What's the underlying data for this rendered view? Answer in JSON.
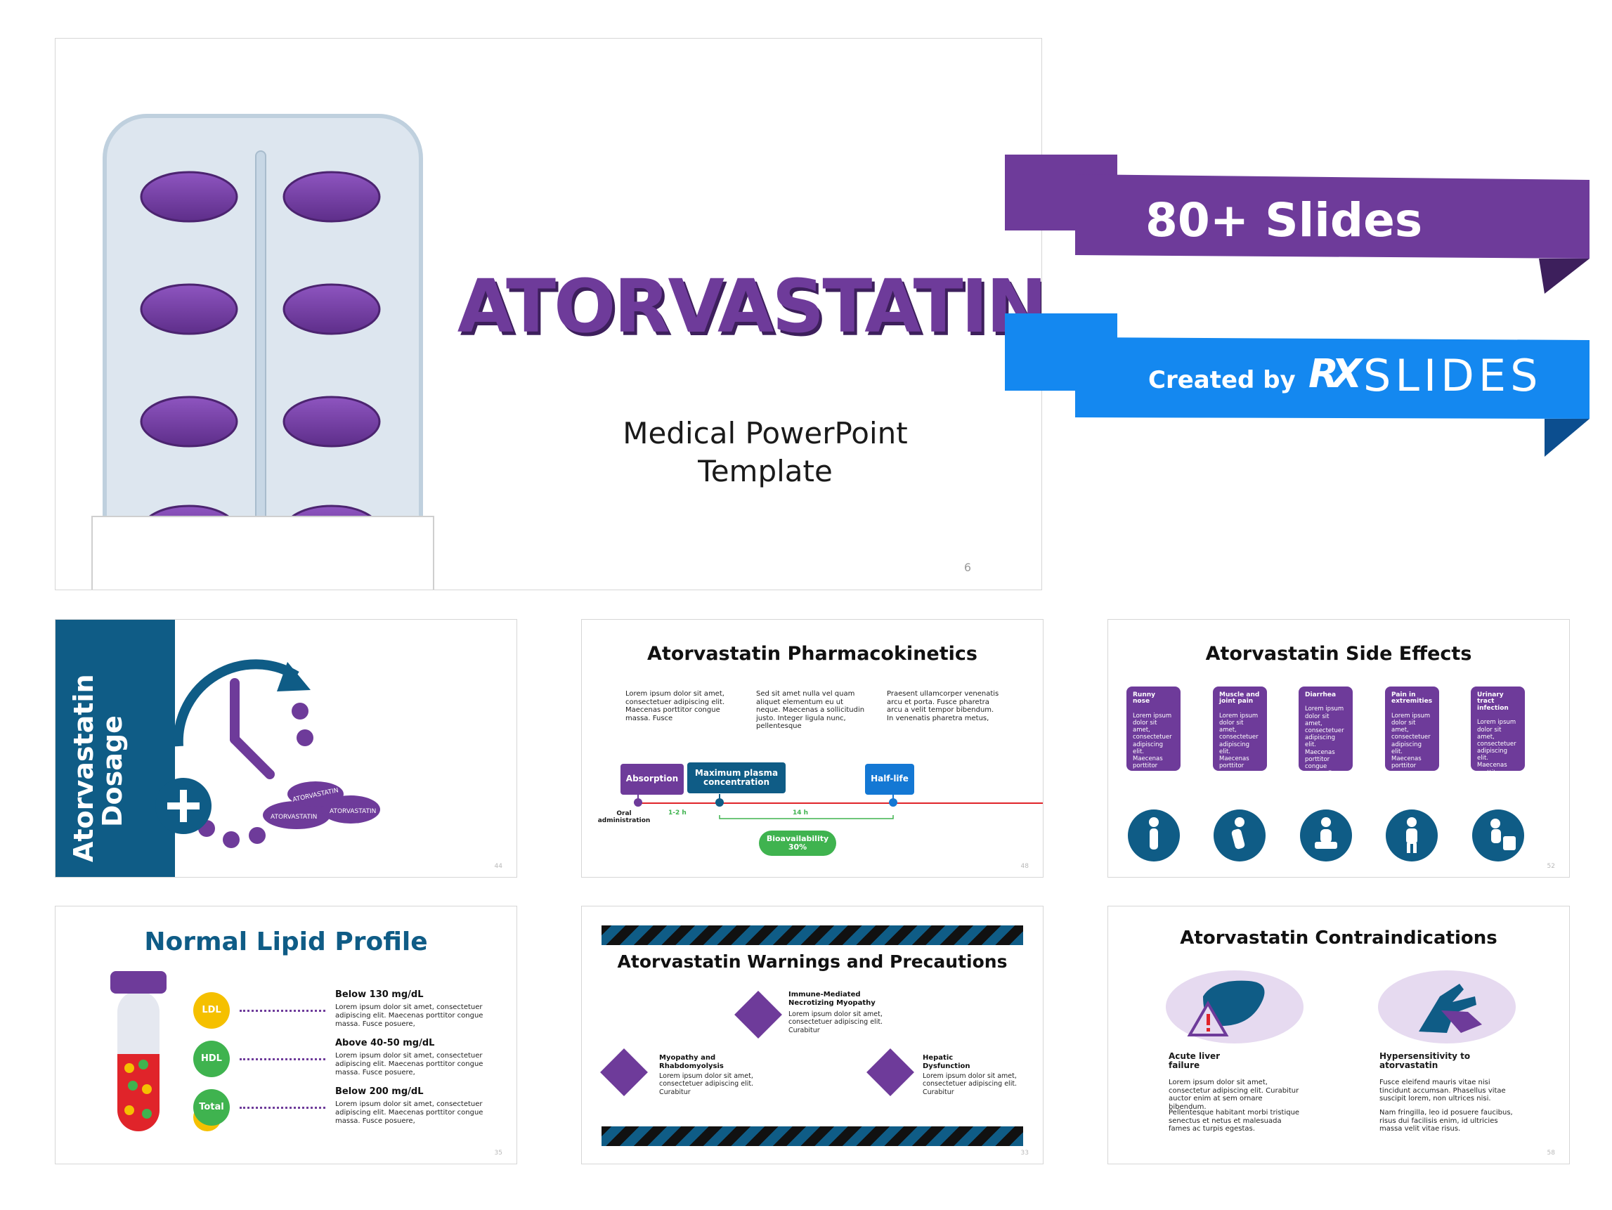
{
  "hero": {
    "title": "ATORVASTATIN",
    "subtitle_line1": "Medical PowerPoint",
    "subtitle_line2": "Template",
    "page_num": "6",
    "badge_slides": "80+ Slides",
    "badge_created": "Created by",
    "brand": "SLIDES",
    "brand_mark": "RX"
  },
  "dosage": {
    "title_line1": "Atorvastatin",
    "title_line2": "Dosage",
    "pill_label": "ATORVASTATIN",
    "page_num": "44"
  },
  "pk": {
    "title": "Atorvastatin  Pharmacokinetics",
    "col1": "Lorem ipsum dolor sit amet, consectetuer adipiscing elit. Maecenas porttitor congue massa. Fusce",
    "col2": "Sed sit amet nulla vel quam aliquet elementum eu ut neque. Maecenas a sollicitudin justo. Integer ligula nunc, pellentesque",
    "col3": "Praesent ullamcorper venenatis arcu et porta. Fusce pharetra arcu a velit tempor bibendum. In venenatis pharetra metus,",
    "absorption": "Absorption",
    "max_conc": "Maximum plasma concentration",
    "half_life": "Half-life",
    "oral": "Oral administration",
    "t1": "1-2 h",
    "t2": "14 h",
    "bioavail": "Bioavailability 30%",
    "page_num": "48"
  },
  "se": {
    "title": "Atorvastatin  Side Effects",
    "items": [
      {
        "name": "Runny nose",
        "text": "Lorem ipsum dolor sit amet, consectetuer adipiscing elit. Maecenas porttitor congue massa. Fusce posuere, magna"
      },
      {
        "name": "Muscle and joint pain",
        "text": "Lorem ipsum dolor sit amet, consectetuer adipiscing elit. Maecenas porttitor congue massa. Fusce posuere, magna"
      },
      {
        "name": "Diarrhea",
        "text": "Lorem ipsum dolor sit amet, consectetuer adipiscing elit. Maecenas porttitor congue massa. Fusce posuere, magna"
      },
      {
        "name": "Pain in extremities",
        "text": "Lorem ipsum dolor sit amet, consectetuer adipiscing elit. Maecenas porttitor congue massa. Fusce posuere, magna"
      },
      {
        "name": "Urinary tract infection",
        "text": "Lorem ipsum dolor sit amet, consectetuer adipiscing elit. Maecenas porttitor congue massa. Fusce posuere, magna"
      }
    ],
    "page_num": "52"
  },
  "lipid": {
    "title": "Normal Lipid Profile",
    "rows": [
      {
        "badge": "LDL",
        "head": "Below 130 mg/dL",
        "text": "Lorem ipsum dolor sit amet, consectetuer adipiscing elit. Maecenas porttitor congue massa. Fusce posuere,",
        "color": "#f5c000"
      },
      {
        "badge": "HDL",
        "head": "Above 40-50 mg/dL",
        "text": "Lorem ipsum dolor sit amet, consectetuer adipiscing elit. Maecenas porttitor congue massa. Fusce posuere,",
        "color": "#3fb34f"
      },
      {
        "badge": "Total",
        "head": "Below 200 mg/dL",
        "text": "Lorem ipsum dolor sit amet, consectetuer adipiscing elit. Maecenas porttitor congue massa. Fusce posuere,",
        "color": "#3fb34f"
      }
    ],
    "page_num": "35"
  },
  "wp": {
    "title": "Atorvastatin Warnings and  Precautions",
    "items": [
      {
        "head": "Immune-Mediated Necrotizing Myopathy",
        "text": "Lorem ipsum dolor sit amet, consectetuer adipiscing elit. Curabitur"
      },
      {
        "head": "Myopathy and Rhabdomyolysis",
        "text": "Lorem ipsum dolor sit amet, consectetuer adipiscing elit. Curabitur"
      },
      {
        "head": "Hepatic Dysfunction",
        "text": "Lorem ipsum dolor sit amet, consectetuer adipiscing elit. Curabitur"
      }
    ],
    "page_num": "33"
  },
  "ci": {
    "title": "Atorvastatin Contraindications",
    "left_head": "Acute liver failure",
    "left_p1": "Lorem ipsum dolor sit amet, consectetur adipiscing elit. Curabitur auctor enim at sem ornare bibendum.",
    "left_p2": "Pellentesque habitant morbi tristique senectus et netus et malesuada fames ac turpis egestas.",
    "right_head": "Hypersensitivity to atorvastatin",
    "right_p1": "Fusce eleifend mauris vitae nisi tincidunt accumsan. Phasellus vitae suscipit lorem, non ultrices nisi.",
    "right_p2": "Nam fringilla, leo id posuere faucibus, risus dui facilisis enim, id ultricies massa velit vitae risus.",
    "page_num": "58"
  },
  "colors": {
    "purple": "#6e3b9a",
    "blue_ribbon": "#1488f0",
    "teal": "#0f5c86"
  }
}
